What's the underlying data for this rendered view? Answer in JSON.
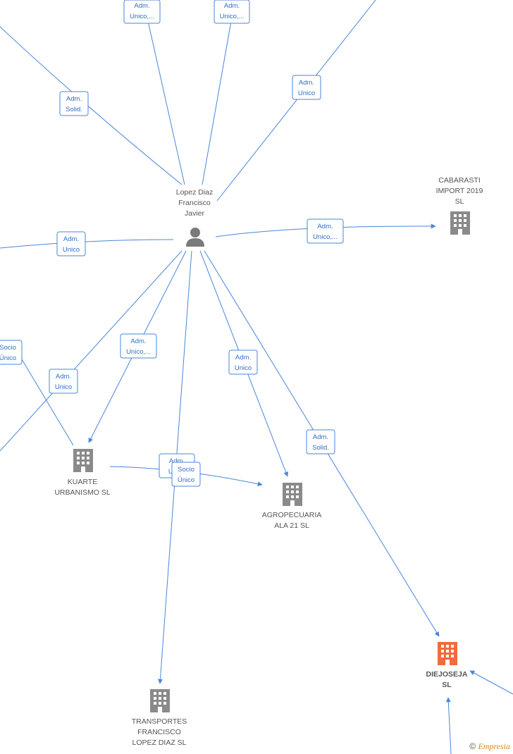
{
  "colors": {
    "edge": "#4a86d8",
    "label_text": "#2f6fc5",
    "node_gray": "#8a8a8a",
    "node_focus": "#f26a3d"
  },
  "nodes": {
    "person": {
      "name_lines": [
        "Lopez Diaz",
        "Francisco",
        "Javier"
      ],
      "icon": "person-icon"
    },
    "cabarasti": {
      "name_lines": [
        "CABARASTI",
        "IMPORT 2019",
        "SL"
      ],
      "icon": "building-icon"
    },
    "kuarte": {
      "name_lines": [
        "KUARTE",
        "URBANISMO SL"
      ],
      "icon": "building-icon"
    },
    "agropecuaria": {
      "name_lines": [
        "AGROPECUARIA",
        "ALA 21  SL"
      ],
      "icon": "building-icon"
    },
    "transportes": {
      "name_lines": [
        "TRANSPORTES",
        "FRANCISCO",
        "LOPEZ DIAZ SL"
      ],
      "icon": "building-icon"
    },
    "diejoseja": {
      "name_lines": [
        "DIEJOSEJA",
        "SL"
      ],
      "icon": "building-icon",
      "focus": true
    }
  },
  "edge_labels": {
    "top_left_solid": [
      "Adm.",
      "Solid."
    ],
    "top_unico_1": [
      "Adm.",
      "Unico,..."
    ],
    "top_unico_2": [
      "Adm.",
      "Unico,..."
    ],
    "top_right_unico": [
      "Adm.",
      "Unico"
    ],
    "left_unico": [
      "Adm.",
      "Unico"
    ],
    "cabarasti_unico": [
      "Adm.",
      "Unico,..."
    ],
    "left_socio": [
      "Socio",
      "Único"
    ],
    "left_lower_unico": [
      "Adm.",
      "Unico"
    ],
    "kuarte_unico": [
      "Adm.",
      "Unico,..."
    ],
    "agro_unico": [
      "Adm.",
      "Unico"
    ],
    "diejoseja_solid": [
      "Adm.",
      "Solid."
    ],
    "center_adm": [
      "Adm.",
      "Unico"
    ],
    "center_socio": [
      "Socio",
      "Único"
    ]
  },
  "footer": {
    "symbol": "©",
    "brand": "Empresia"
  }
}
